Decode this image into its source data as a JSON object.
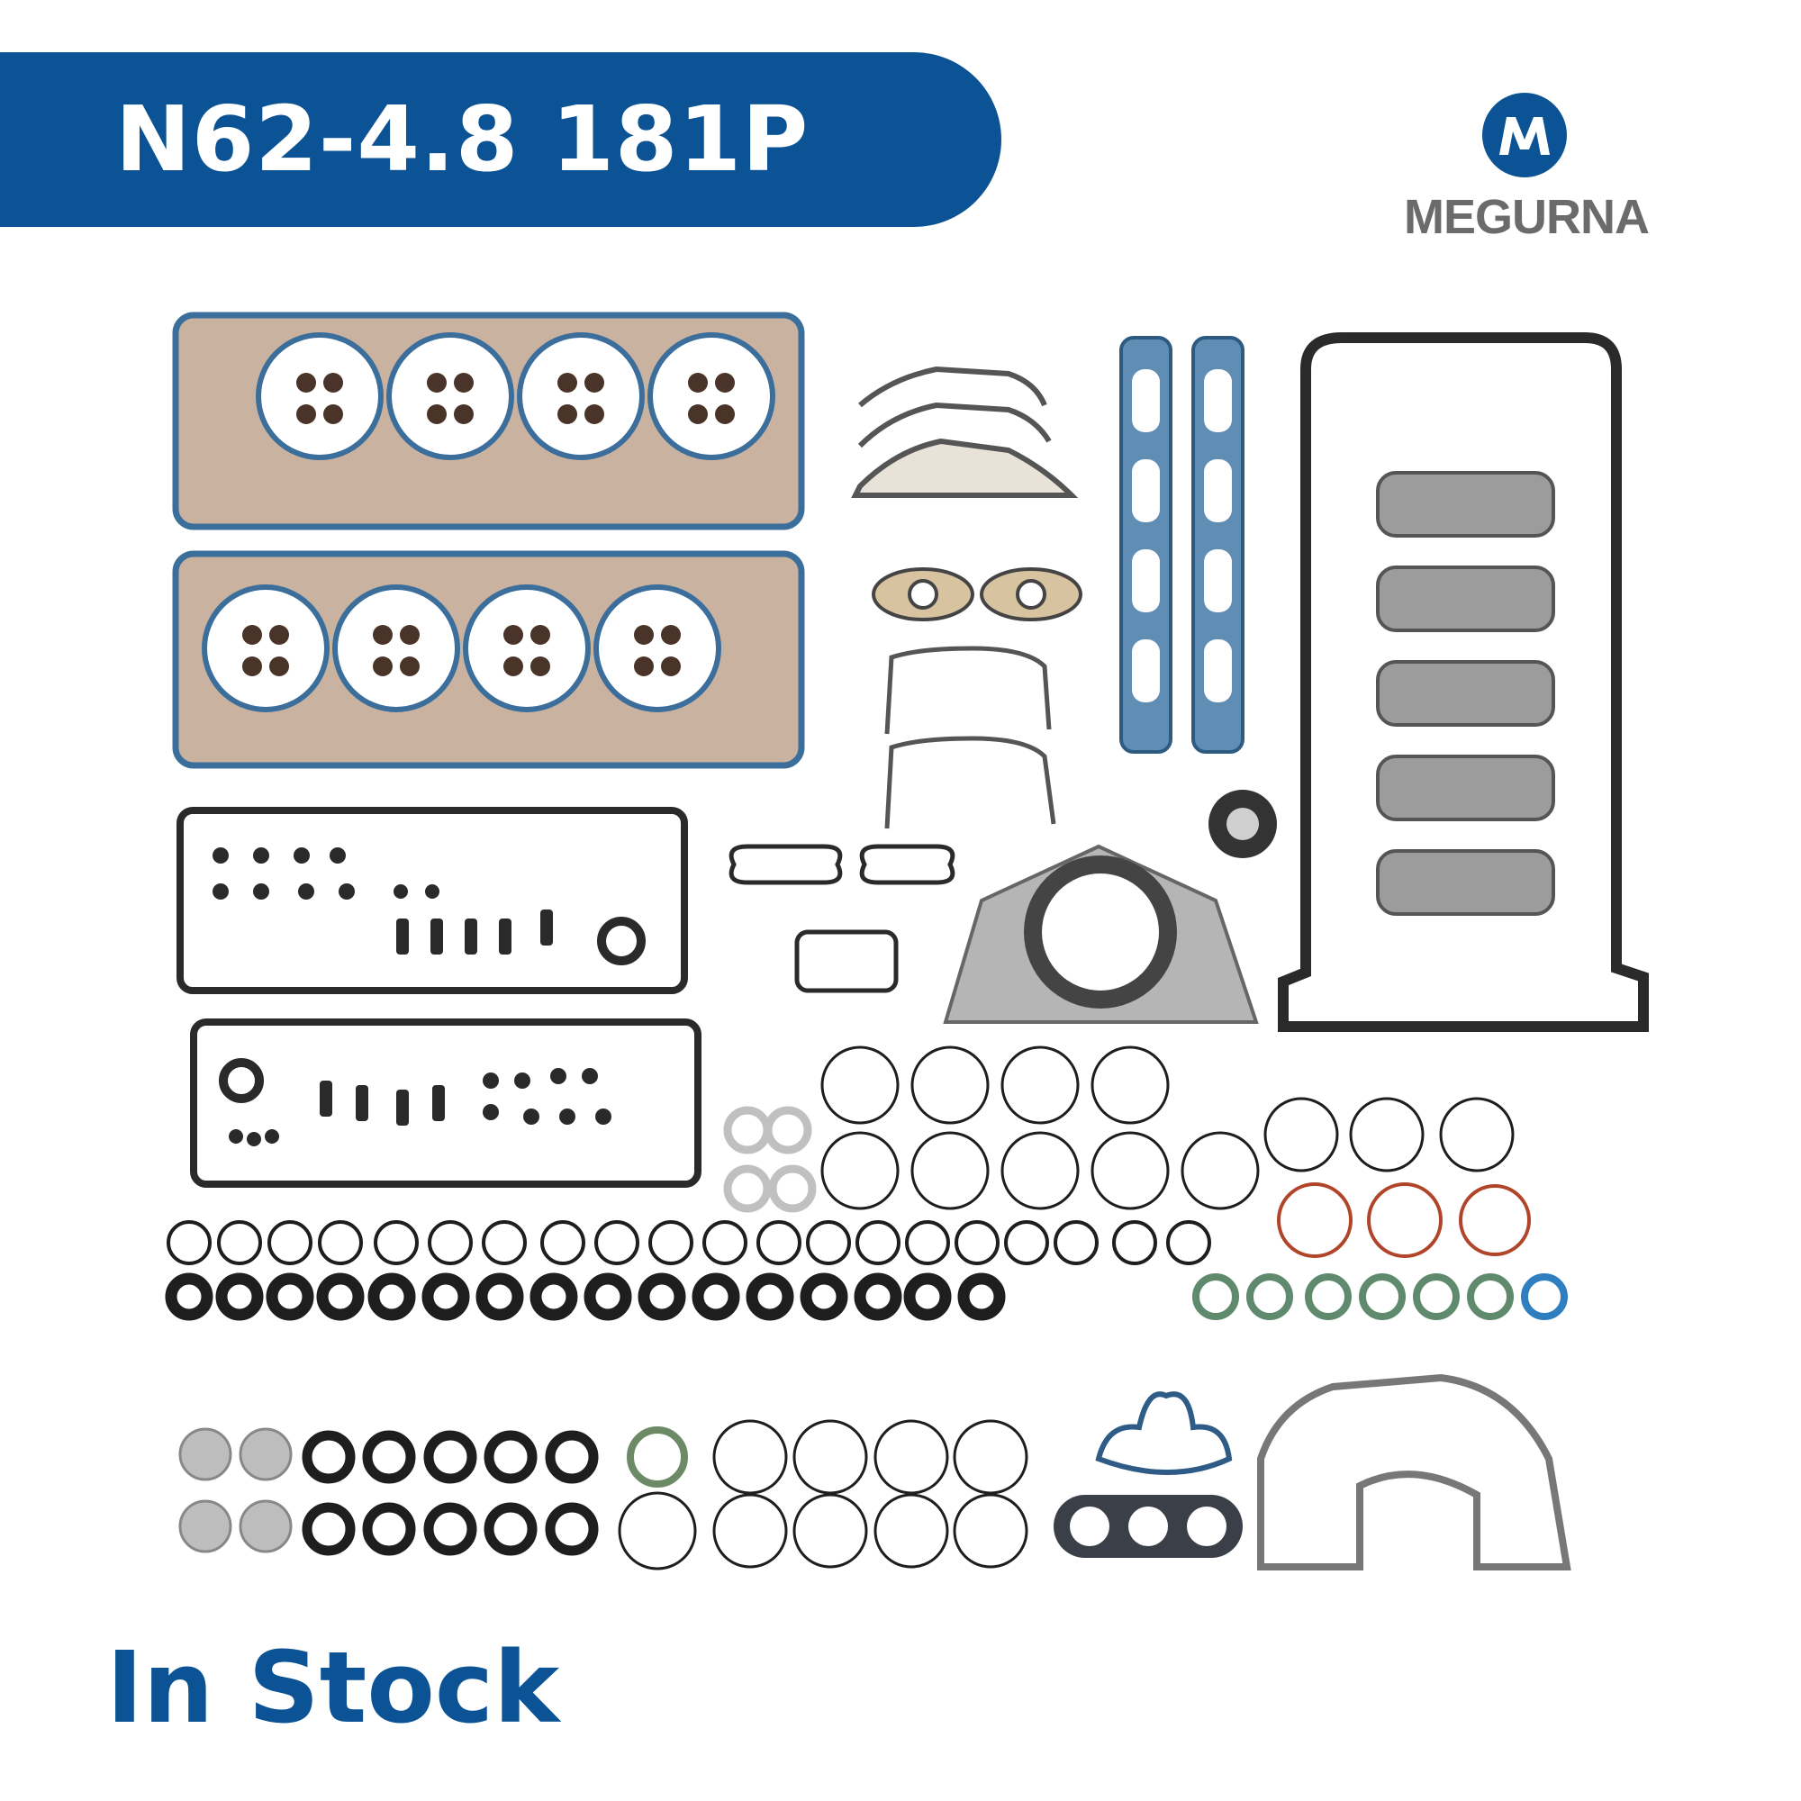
{
  "title": {
    "text": "N62-4.8 181P"
  },
  "brand": {
    "name": "MEGURNA"
  },
  "footer": {
    "status": "In Stock"
  },
  "colors": {
    "banner": "#0b5394",
    "brand_gray": "#6b6b6b",
    "stock_blue": "#0b5394",
    "gasket_blue": "#3c6e9c",
    "metal": "#c9b3a0",
    "seal": "#2a2a2a"
  }
}
